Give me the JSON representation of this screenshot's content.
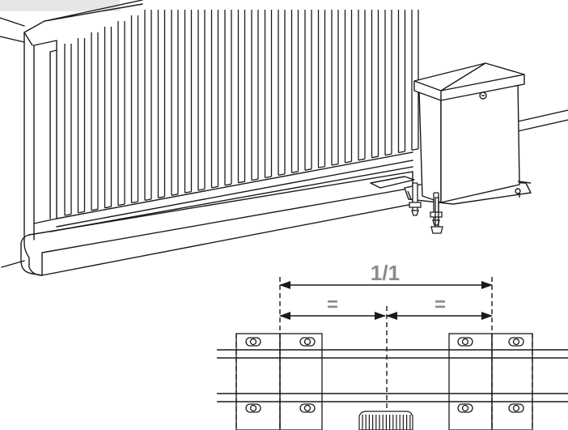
{
  "diagram": {
    "total_label": "1/1",
    "equal_left_label": "=",
    "equal_right_label": "=",
    "colors": {
      "line": "#1a1a1a",
      "label": "#8a8a8a",
      "corner_tab": "#e6e6e6",
      "fill": "#ffffff"
    },
    "icons": {
      "gate": "sliding-gate",
      "motor": "gate-motor-housing",
      "bolts": "anchor-bolts",
      "plates": "mounting-plates",
      "gear": "drive-pinion-gear"
    }
  }
}
